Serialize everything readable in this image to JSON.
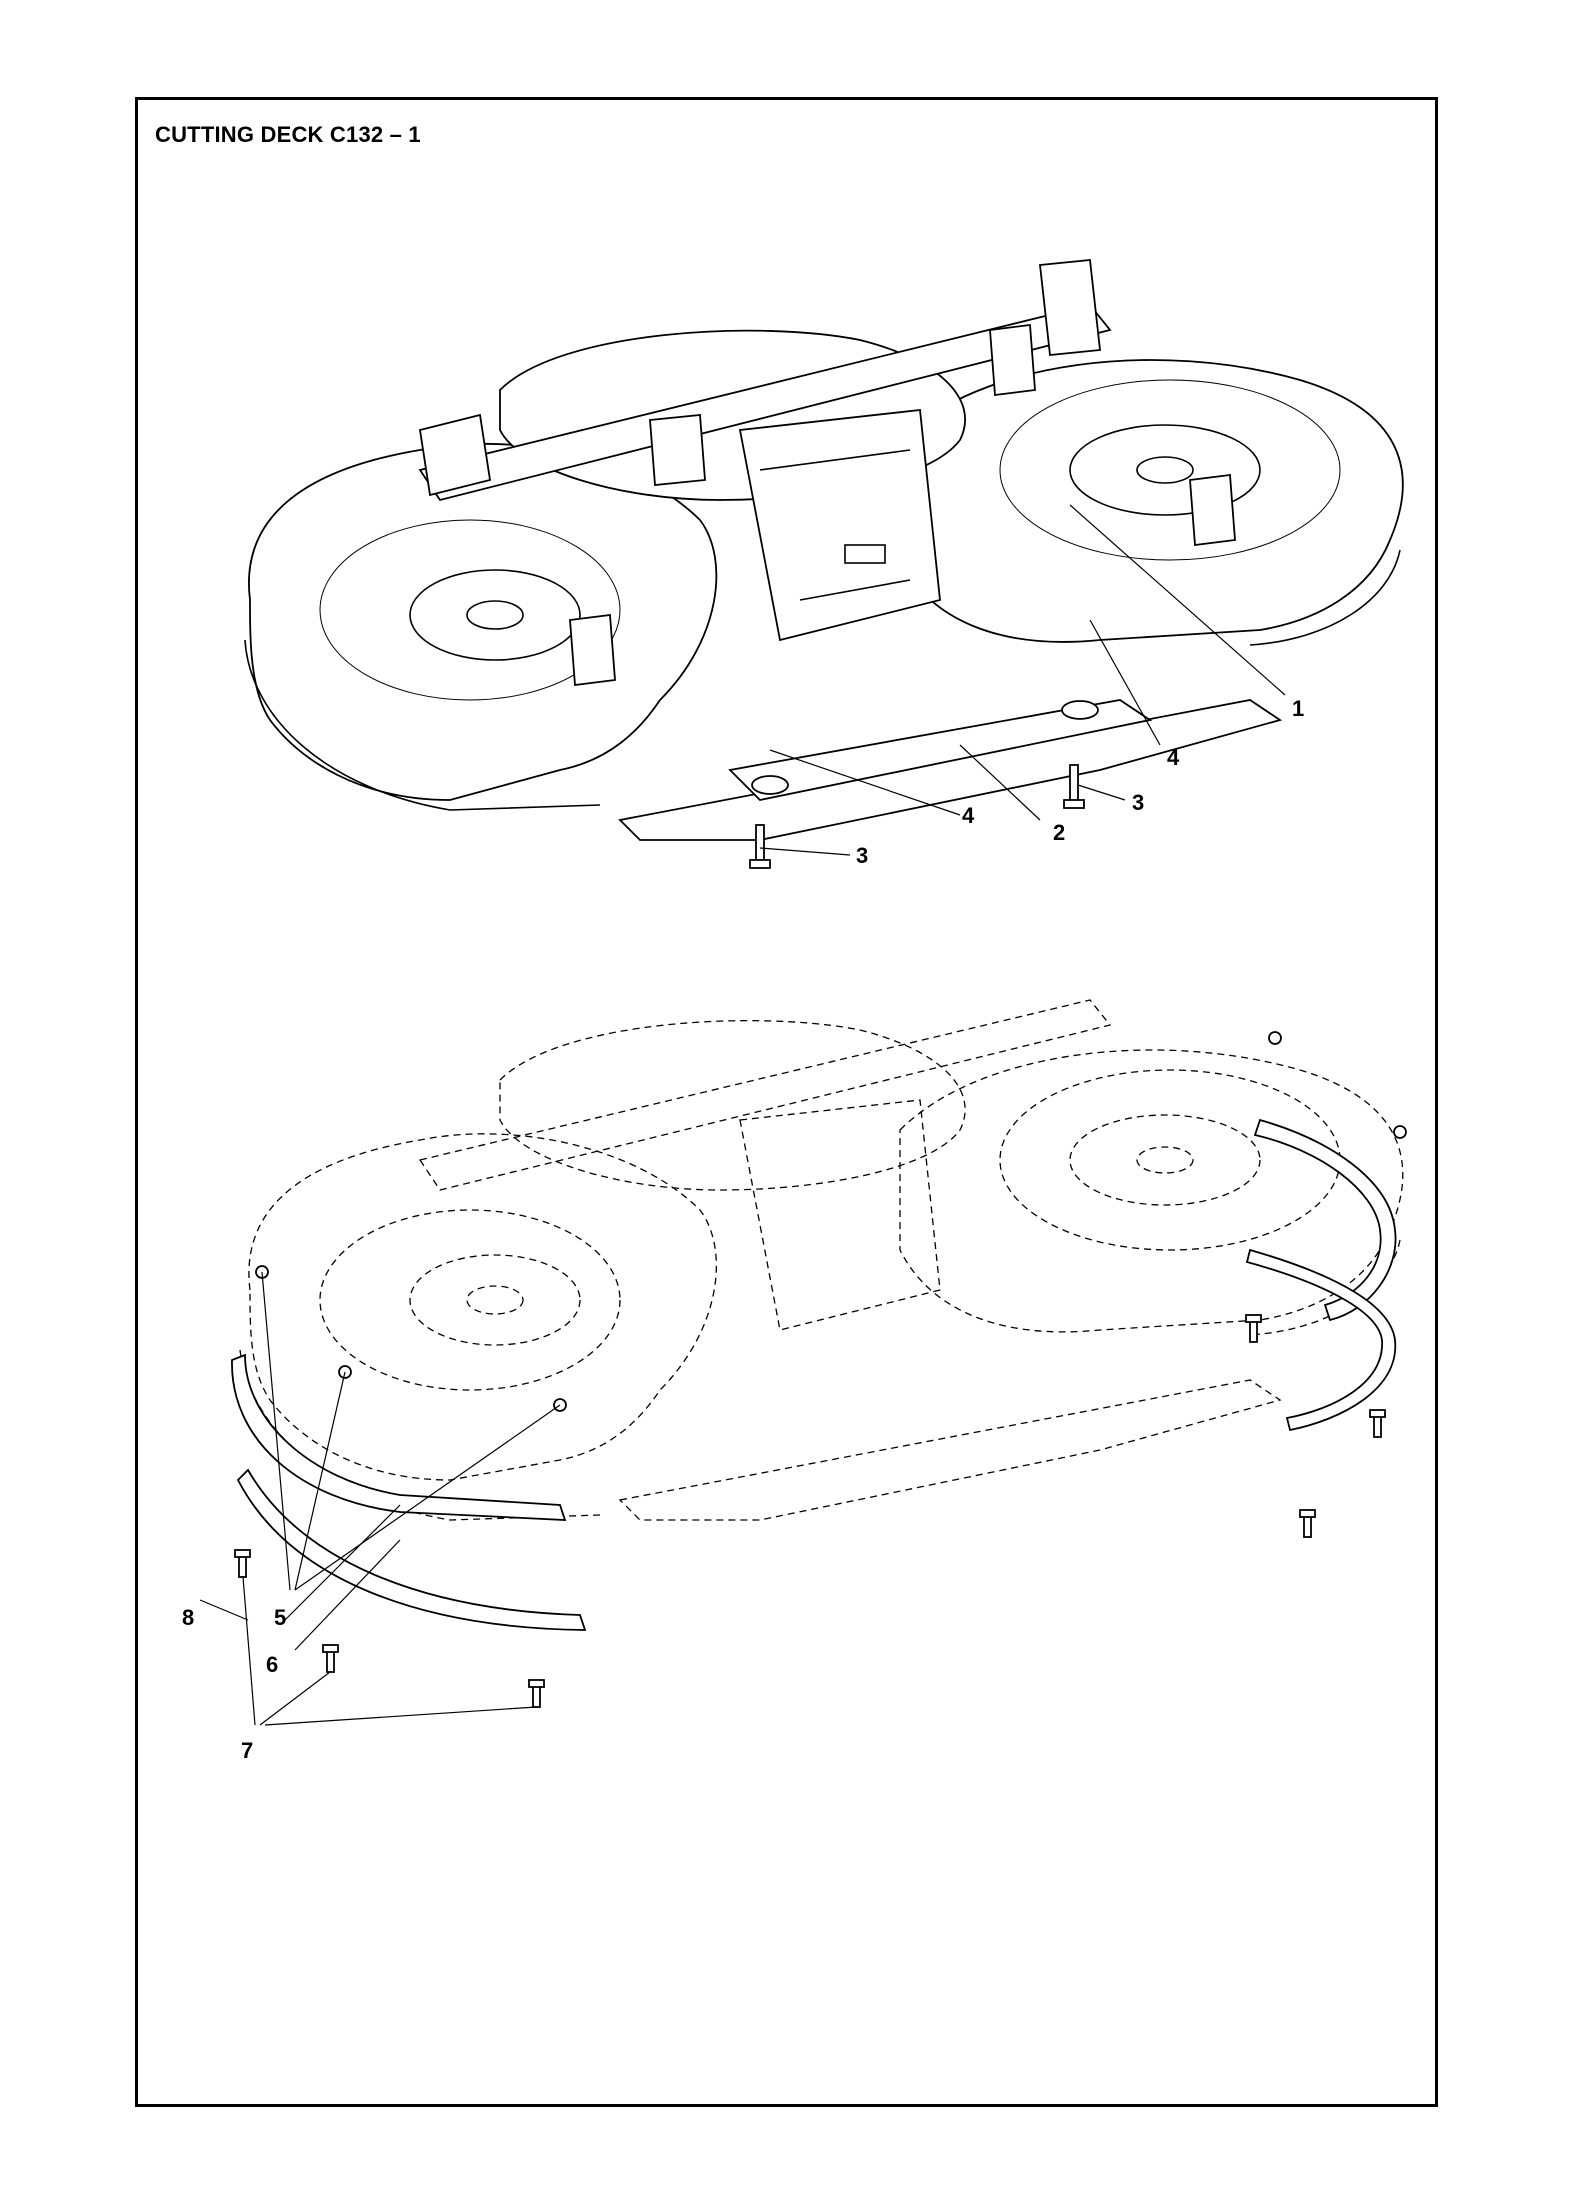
{
  "page": {
    "title": "CUTTING DECK C132 – 1"
  },
  "callouts": {
    "c1": "1",
    "c2": "2",
    "c3a": "3",
    "c3b": "3",
    "c4a": "4",
    "c4b": "4",
    "c5": "5",
    "c6": "6",
    "c7": "7",
    "c8": "8"
  }
}
